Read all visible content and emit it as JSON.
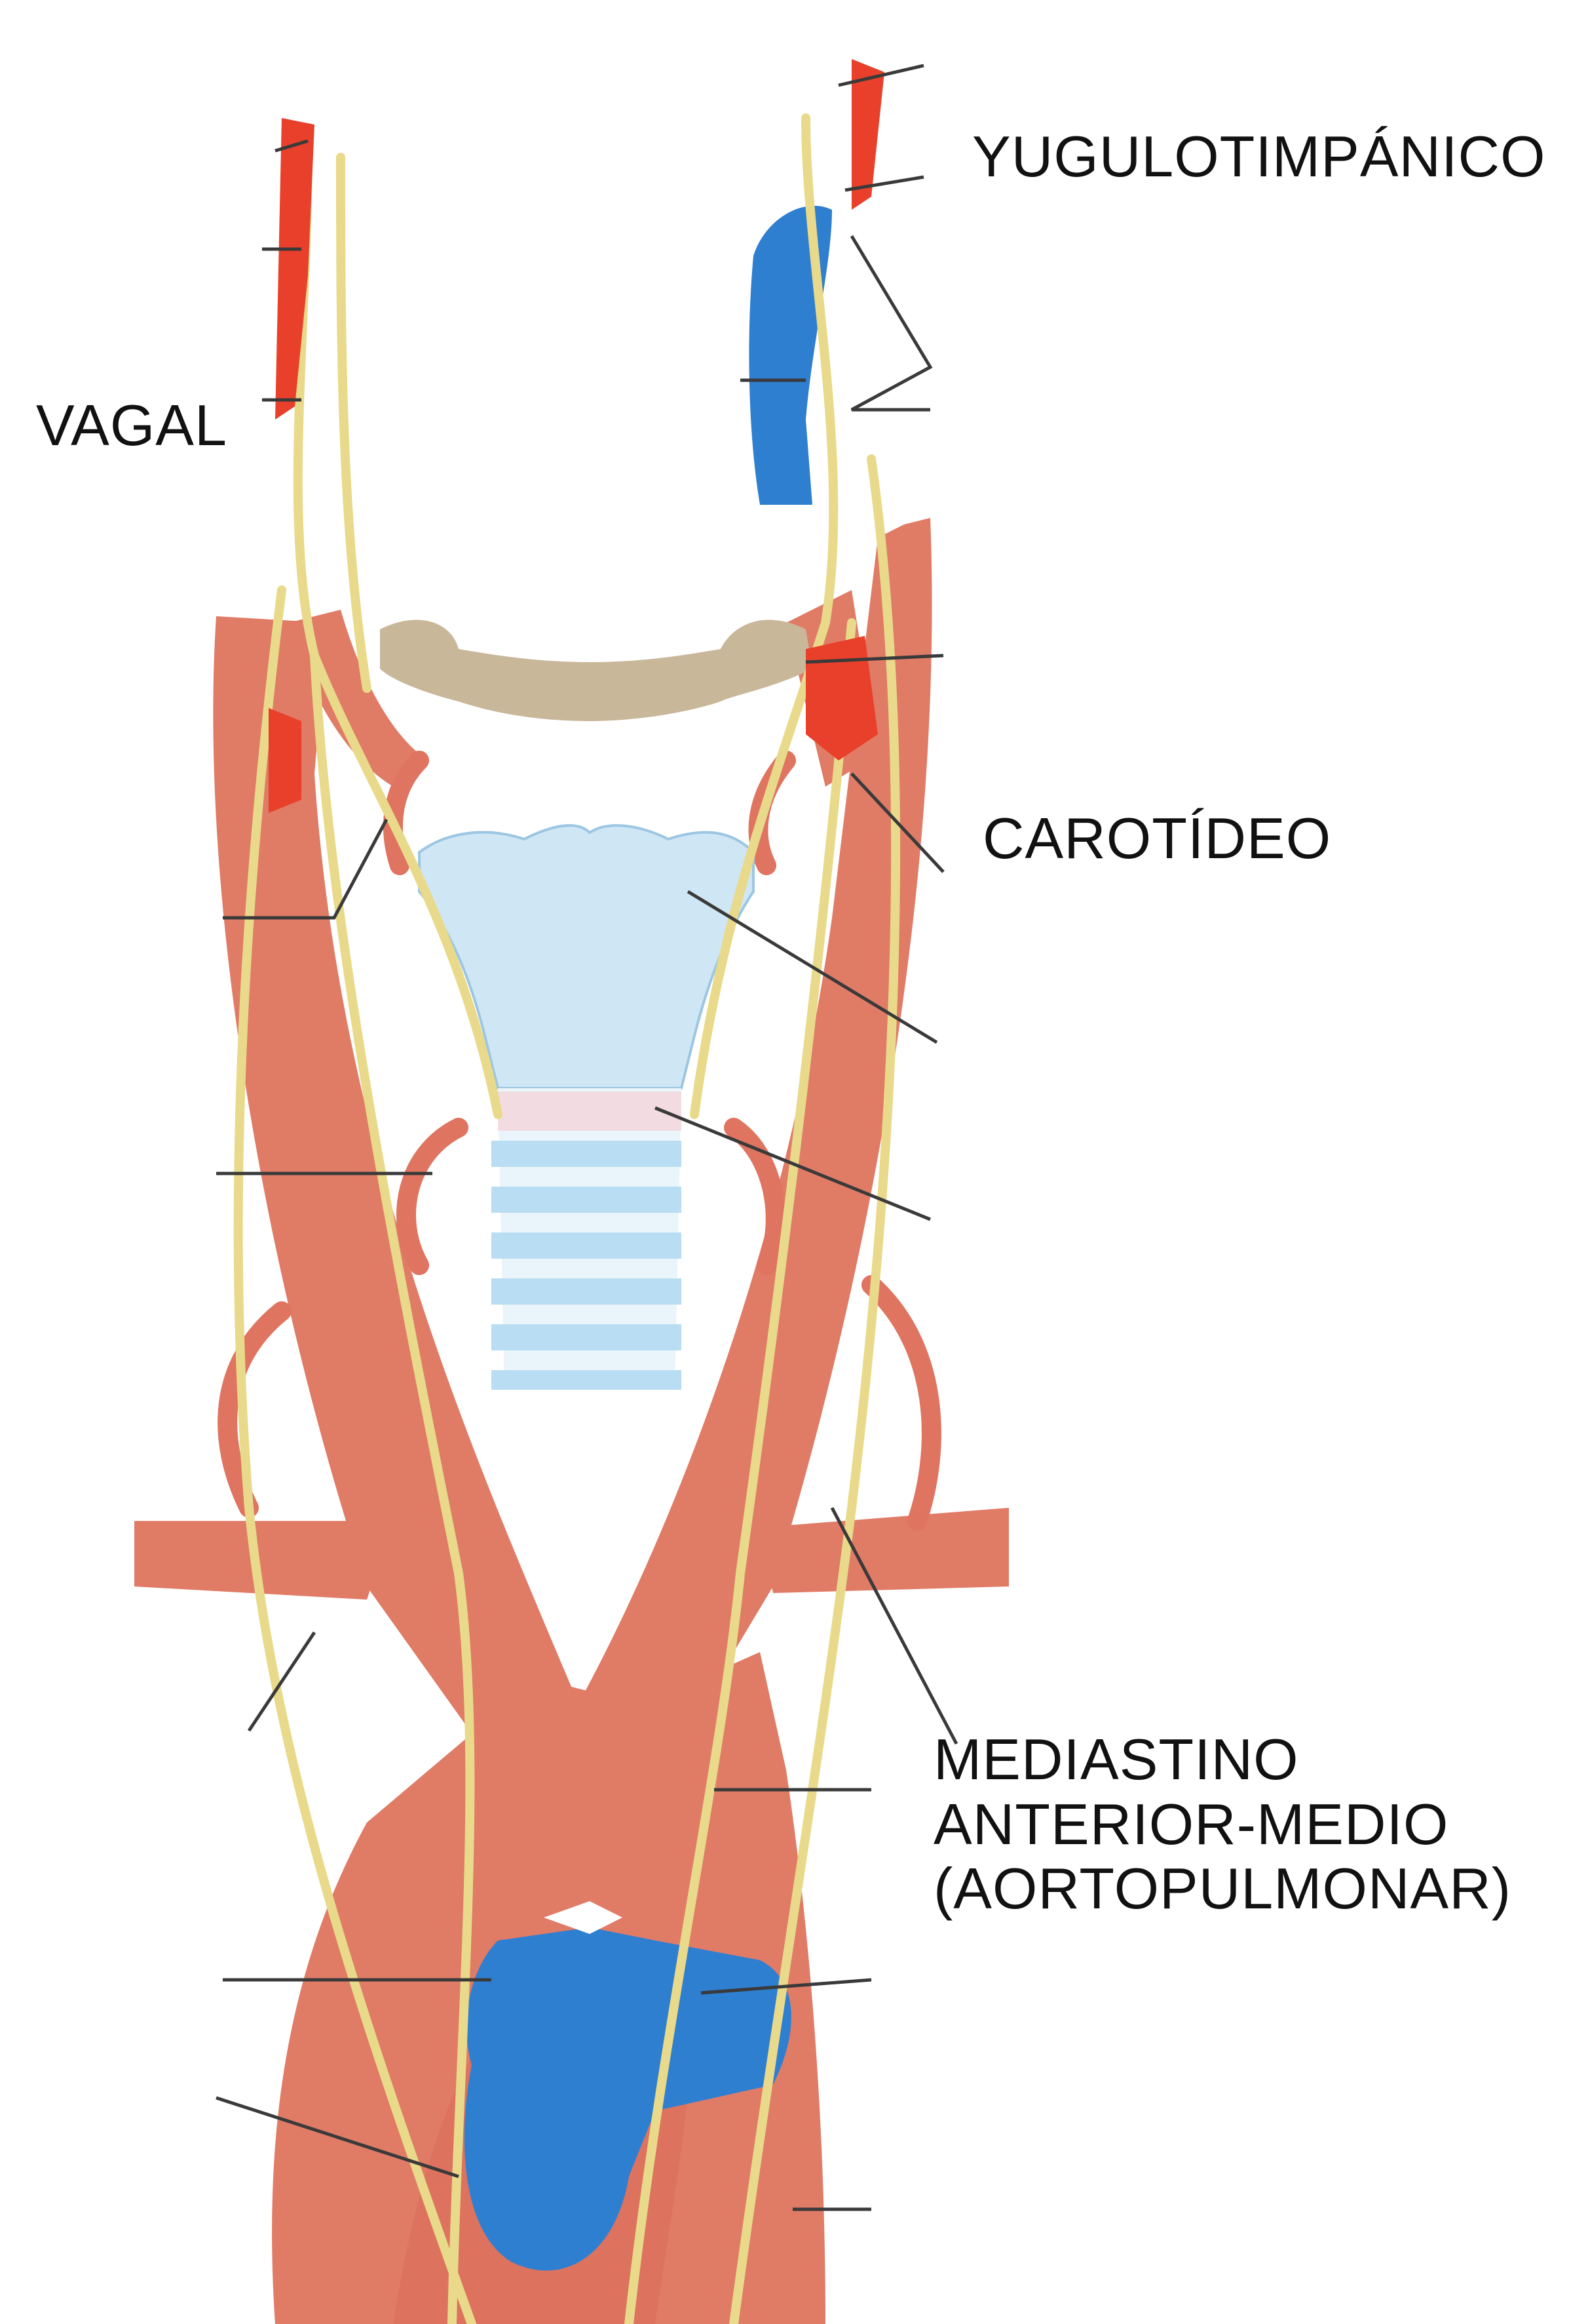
{
  "labels": {
    "yugulotimpanico": "YUGULOTIMPÁNICO",
    "vagal": "VAGAL",
    "carotideo": "CAROTÍDEO",
    "mediastino_line1": "MEDIASTINO",
    "mediastino_line2": "ANTERIOR-MEDIO",
    "mediastino_line3": "(AORTOPULMONAR)"
  },
  "colors": {
    "artery": "#e07b66",
    "artery_dark": "#d7604a",
    "nerve": "#e9d98a",
    "vein": "#2f7fd1",
    "hyoid": "#c9b79a",
    "cartilage": "#cfe6f5",
    "trachea_ring": "#b9ddf2",
    "paraganglioma": "#e8402a",
    "pointer": "#3a3a3a"
  }
}
